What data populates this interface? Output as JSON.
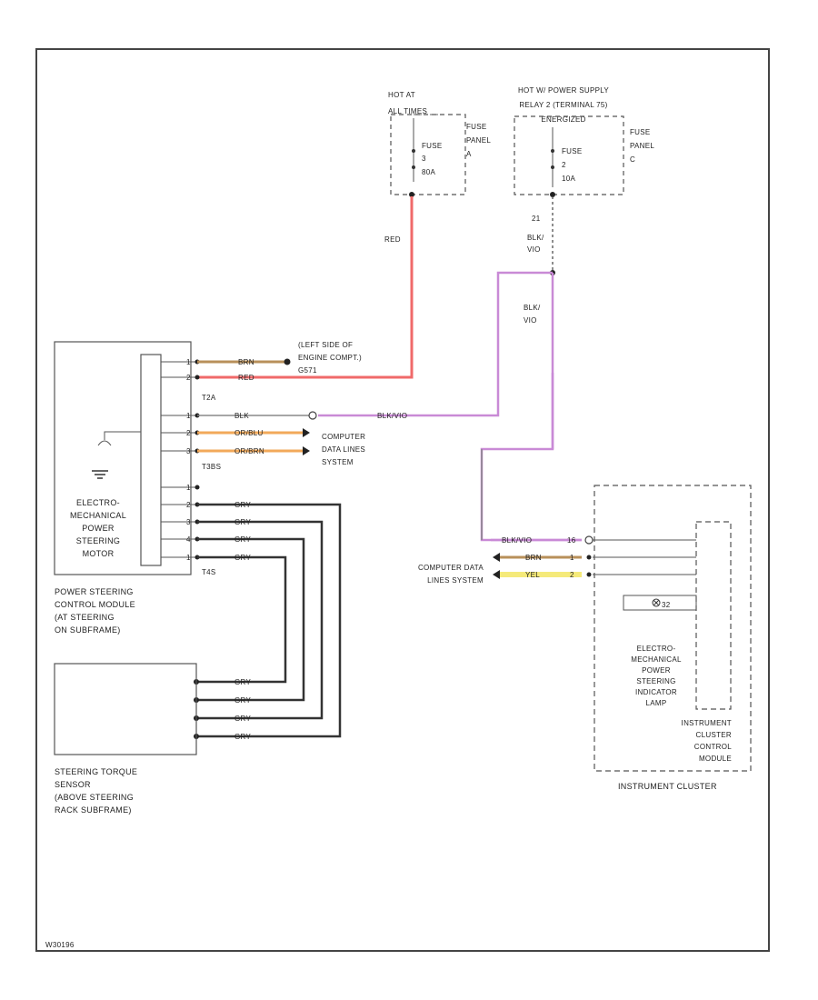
{
  "diagram": {
    "footer_code": "W30196",
    "fuse_panel_a": {
      "hot_label": [
        "HOT AT",
        "ALL TIMES"
      ],
      "fuse_label": [
        "FUSE",
        "3",
        "80A"
      ],
      "panel_label": [
        "FUSE",
        "PANEL",
        "A"
      ]
    },
    "fuse_panel_c": {
      "hot_label": [
        "HOT W/ POWER SUPPLY",
        "RELAY 2 (TERMINAL 75)",
        "ENERGIZED"
      ],
      "fuse_label": [
        "FUSE",
        "2",
        "10A"
      ],
      "panel_label": [
        "FUSE",
        "PANEL",
        "C"
      ]
    },
    "wires": {
      "red_main": "RED",
      "splice_number": "21",
      "blk_vio_upper": [
        "BLK/",
        "VIO"
      ],
      "blk_vio_lower": [
        "BLK/",
        "VIO"
      ],
      "ground_note": [
        "(LEFT SIDE OF",
        "ENGINE COMPT.)",
        "G571"
      ]
    },
    "ps_module": {
      "pins": [
        "1",
        "2",
        "1",
        "2",
        "3",
        "1",
        "2",
        "3",
        "4",
        "1",
        "2",
        "3",
        "4"
      ],
      "wire_colors": [
        "BRN",
        "RED",
        "BLK",
        "OR/BLU",
        "OR/BRN",
        "",
        "",
        "",
        "",
        "GRY",
        "GRY",
        "GRY",
        "GRY"
      ],
      "blk_vio_run": "BLK/VIO",
      "connector_t2a": "T2A",
      "connector_t3bs": "T3BS",
      "connector_t4s": "T4S",
      "motor_label": [
        "ELECTRO-",
        "MECHANICAL",
        "POWER",
        "STEERING",
        "MOTOR"
      ],
      "name": [
        "POWER STEERING",
        "CONTROL MODULE",
        "(AT STEERING",
        "ON SUBFRAME)"
      ]
    },
    "computer_data_lines_1": [
      "COMPUTER",
      "DATA LINES",
      "SYSTEM"
    ],
    "computer_data_lines_2": [
      "COMPUTER DATA",
      "LINES SYSTEM"
    ],
    "torque_sensor": {
      "wire_colors": [
        "GRY",
        "GRY",
        "GRY",
        "GRY"
      ],
      "name": [
        "STEERING TORQUE",
        "SENSOR",
        "(ABOVE STEERING",
        "RACK SUBFRAME)"
      ]
    },
    "instrument_cluster": {
      "wires": [
        "BLK/VIO",
        "BRN",
        "YEL"
      ],
      "pins": [
        "16",
        "1",
        "2",
        "32"
      ],
      "lamp_label": [
        "ELECTRO-",
        "MECHANICAL",
        "POWER",
        "STEERING",
        "INDICATOR",
        "LAMP"
      ],
      "module_label": [
        "INSTRUMENT",
        "CLUSTER",
        "CONTROL",
        "MODULE"
      ],
      "name": "INSTRUMENT CLUSTER"
    },
    "colors": {
      "red_wire": "#f06a6a",
      "violet_wire": "#c98ad6",
      "brown_wire": "#b8905a",
      "orange_wire": "#f2a95a",
      "yellow_wire": "#f5ea7a",
      "gray_wire": "#333333",
      "frame": "#444444"
    }
  }
}
